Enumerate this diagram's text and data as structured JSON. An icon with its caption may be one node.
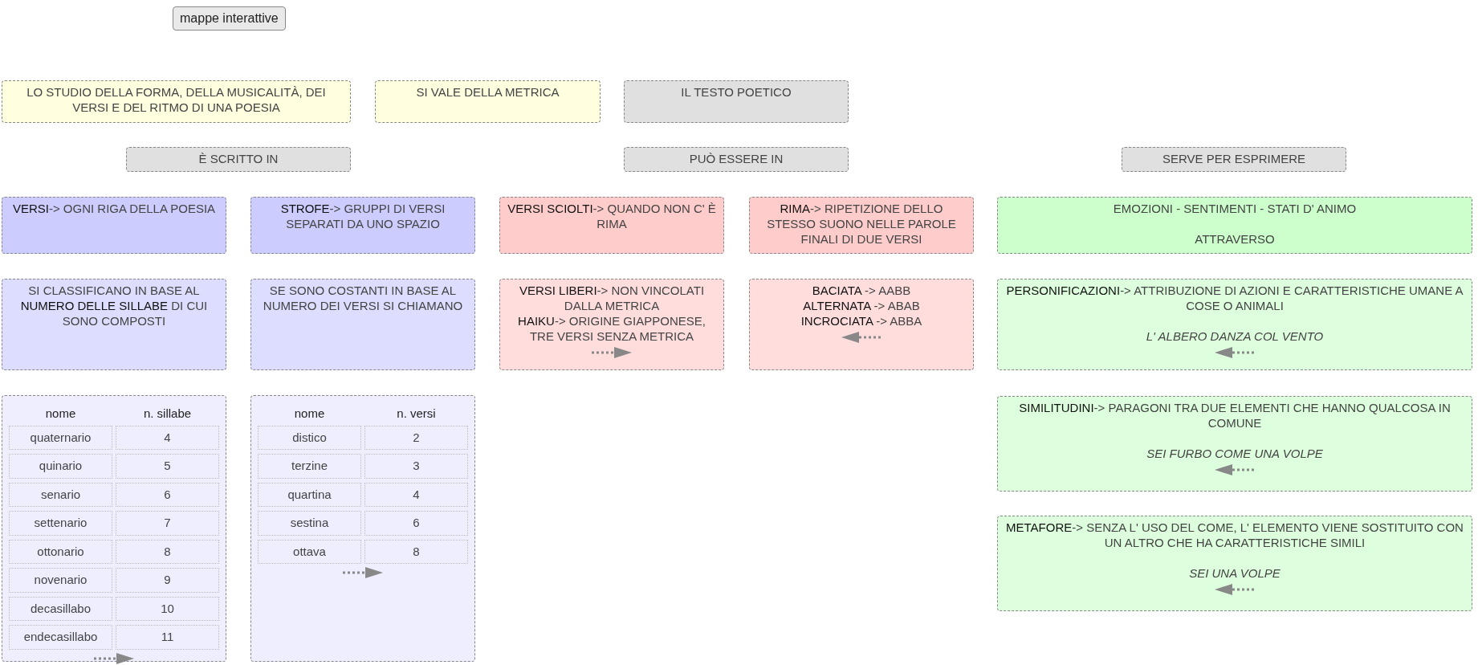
{
  "diagram": {
    "nodes": [
      {
        "text": [
          "LO STUDIO DELLA FORMA, DELLA MUSICALITÀ, DEI VERSI E DEL RITMO DI UNA POESIA"
        ]
      },
      {
        "text": [
          "SI VALE DELLA METRICA"
        ]
      },
      {
        "text": [
          "IL TESTO POETICO"
        ]
      },
      {
        "text": [
          "È SCRITTO IN"
        ]
      },
      {
        "text": [
          "PUÒ ESSERE IN"
        ]
      },
      {
        "text": [
          "SERVE PER ESPRIMERE"
        ]
      },
      {
        "text": [
          "**VERSI**-> OGNI RIGA DELLA POESIA"
        ]
      },
      {
        "text": [
          "**STROFE**-> GRUPPI DI VERSI SEPARATI DA UNO SPAZIO"
        ]
      },
      {
        "text": [
          "**VERSI SCIOLTI**-> QUANDO NON C' È RIMA"
        ]
      },
      {
        "text": [
          "**RIMA**-> RIPETIZIONE DELLO STESSO SUONO NELLE PAROLE FINALI DI DUE VERSI"
        ]
      },
      {
        "text": [
          "EMOZIONI - SENTIMENTI - STATI D' ANIMO",
          "ATTRAVERSO"
        ]
      },
      {
        "text": [
          "SI CLASSIFICANO IN BASE AL **NUMERO DELLE SILLABE** DI CUI SONO COMPOSTI"
        ]
      },
      {
        "text": [
          "SE SONO COSTANTI IN BASE AL NUMERO DEI VERSI SI CHIAMANO"
        ]
      },
      {
        "text": [
          "**VERSI LIBERI**-> NON VINCOLATI DALLA METRICA",
          "**HAIKU**-> ORIGINE GIAPPONESE, TRE VERSI SENZA METRICA"
        ]
      },
      {
        "text": [
          "**BACIATA** -> AABB",
          "**ALTERNATA** -> ABAB",
          "**INCROCIATA** -> ABBA"
        ]
      },
      {
        "text": [
          "**PERSONIFICAZIONI**-> ATTRIBUZIONE DI AZIONI E CARATTERISTICHE UMANE A COSE O ANIMALI",
          "L' ALBERO DANZA COL VENTO"
        ]
      },
      {
        "text": [
          "nome",
          "n. sillabe",
          "quaternario",
          "4",
          "quinario",
          "5",
          "senario",
          "6",
          "settenario",
          "7",
          "ottonario",
          "8",
          "novenario",
          "9",
          "decasillabo",
          "10",
          "endecasillabo",
          "11"
        ]
      },
      {
        "text": [
          "nome",
          "n. versi",
          "distico",
          "2",
          "terzine",
          "3",
          "quartina",
          "4",
          "sestina",
          "6",
          "ottava",
          "8"
        ]
      },
      {
        "text": [
          "**SIMILITUDINI**-> PARAGONI TRA DUE ELEMENTI CHE HANNO QUALCOSA IN COMUNE",
          "SEI FURBO COME UNA VOLPE"
        ]
      },
      {
        "text": [
          "**METAFORE**-> SENZA L' USO DEL COME, L' ELEMENTO VIENE SOSTITUITO CON UN ALTRO CHE HA CARATTERISTICHE SIMILI",
          "SEI UNA VOLPE"
        ]
      }
    ],
    "labels": [
      "mappe interattive"
    ]
  }
}
